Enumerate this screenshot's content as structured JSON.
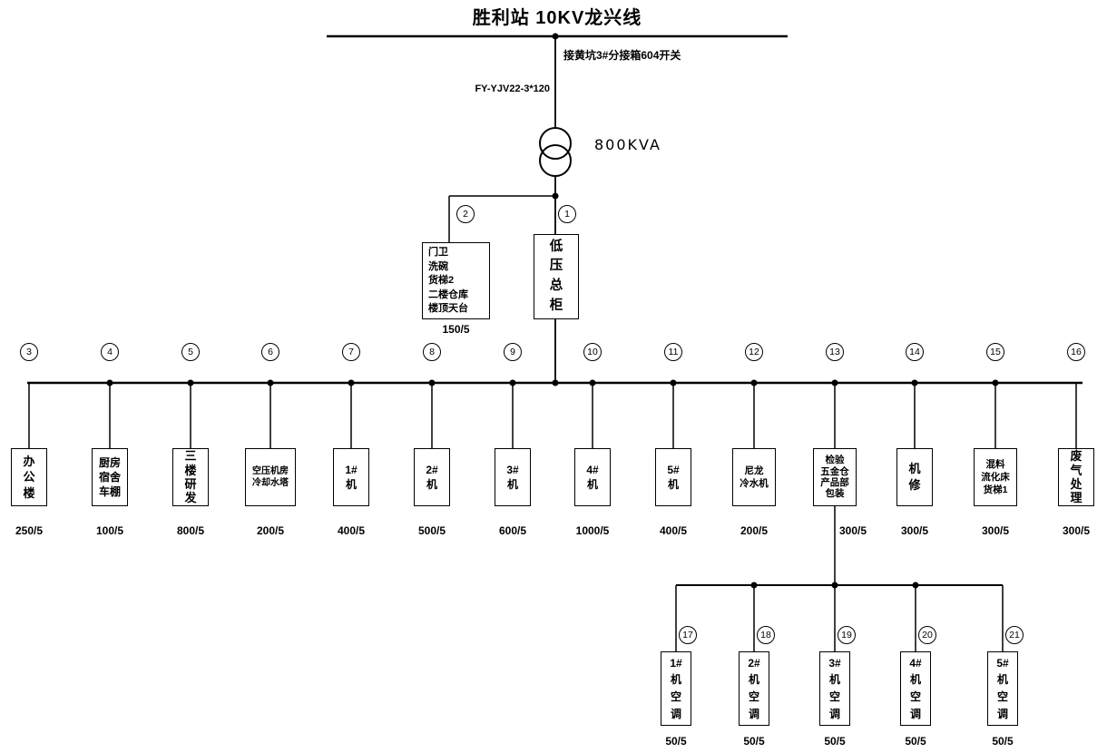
{
  "title": "胜利站 10KV龙兴线",
  "incoming": {
    "switch_label": "接黄坑3#分接箱604开关",
    "cable_label": "FY-YJV22-3*120",
    "transformer_rating": "800KVA"
  },
  "main_cabinet": {
    "num": "1",
    "lines": [
      "低",
      "压",
      "总",
      "柜"
    ]
  },
  "aux_feeder": {
    "num": "2",
    "lines": [
      "门卫",
      "洗碗",
      "货梯2",
      "二楼仓库",
      "楼顶天台"
    ],
    "rating": "150/5"
  },
  "feeders": {
    "main": [
      {
        "num": "3",
        "lines": [
          "办",
          "公",
          "楼"
        ],
        "rating": "250/5"
      },
      {
        "num": "4",
        "lines": [
          "厨房",
          "宿舍",
          "车棚"
        ],
        "rating": "100/5"
      },
      {
        "num": "5",
        "lines": [
          "三",
          "楼",
          "研",
          "发"
        ],
        "rating": "800/5"
      },
      {
        "num": "6",
        "lines": [
          "空压机房",
          "冷却水塔"
        ],
        "rating": "200/5"
      },
      {
        "num": "7",
        "lines": [
          "1#",
          "机"
        ],
        "rating": "400/5"
      },
      {
        "num": "8",
        "lines": [
          "2#",
          "机"
        ],
        "rating": "500/5"
      },
      {
        "num": "9",
        "lines": [
          "3#",
          "机"
        ],
        "rating": "600/5"
      },
      {
        "num": "10",
        "lines": [
          "4#",
          "机"
        ],
        "rating": "1000/5"
      },
      {
        "num": "11",
        "lines": [
          "5#",
          "机"
        ],
        "rating": "400/5"
      },
      {
        "num": "12",
        "lines": [
          "尼龙",
          "冷水机"
        ],
        "rating": "200/5"
      },
      {
        "num": "13",
        "lines": [
          "检验",
          "五金仓",
          "产品部",
          "包装"
        ],
        "rating": "300/5"
      },
      {
        "num": "14",
        "lines": [
          "机",
          "修"
        ],
        "rating": "300/5"
      },
      {
        "num": "15",
        "lines": [
          "混料",
          "流化床",
          "货梯1"
        ],
        "rating": "300/5"
      },
      {
        "num": "16",
        "lines": [
          "废",
          "气",
          "处",
          "理"
        ],
        "rating": "300/5"
      }
    ],
    "sub": [
      {
        "num": "17",
        "lines": [
          "1#",
          "机",
          "空",
          "调"
        ],
        "rating": "50/5"
      },
      {
        "num": "18",
        "lines": [
          "2#",
          "机",
          "空",
          "调"
        ],
        "rating": "50/5"
      },
      {
        "num": "19",
        "lines": [
          "3#",
          "机",
          "空",
          "调"
        ],
        "rating": "50/5"
      },
      {
        "num": "20",
        "lines": [
          "4#",
          "机",
          "空",
          "调"
        ],
        "rating": "50/5"
      },
      {
        "num": "21",
        "lines": [
          "5#",
          "机",
          "空",
          "调"
        ],
        "rating": "50/5"
      }
    ]
  },
  "colors": {
    "line": "#000000",
    "background": "#ffffff"
  }
}
